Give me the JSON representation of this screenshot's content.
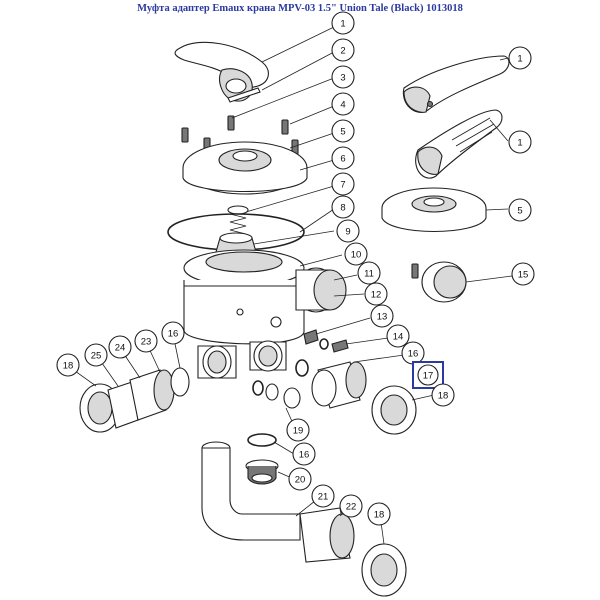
{
  "title": "Муфта адаптер Emaux крана MPV-03 1.5\" Union Tale (Black) 1013018",
  "highlight_color": "#2b3aa0",
  "callouts": [
    {
      "id": "c1a",
      "label": "1"
    },
    {
      "id": "c2",
      "label": "2"
    },
    {
      "id": "c3",
      "label": "3"
    },
    {
      "id": "c4",
      "label": "4"
    },
    {
      "id": "c5a",
      "label": "5"
    },
    {
      "id": "c6",
      "label": "6"
    },
    {
      "id": "c7",
      "label": "7"
    },
    {
      "id": "c8",
      "label": "8"
    },
    {
      "id": "c9",
      "label": "9"
    },
    {
      "id": "c10",
      "label": "10"
    },
    {
      "id": "c11",
      "label": "11"
    },
    {
      "id": "c12",
      "label": "12"
    },
    {
      "id": "c13",
      "label": "13"
    },
    {
      "id": "c14",
      "label": "14"
    },
    {
      "id": "c1b",
      "label": "1"
    },
    {
      "id": "c1c",
      "label": "1"
    },
    {
      "id": "c5b",
      "label": "5"
    },
    {
      "id": "c15",
      "label": "15"
    },
    {
      "id": "c16a",
      "label": "16"
    },
    {
      "id": "c16b",
      "label": "16"
    },
    {
      "id": "c16c",
      "label": "16"
    },
    {
      "id": "c17",
      "label": "17"
    },
    {
      "id": "c18a",
      "label": "18"
    },
    {
      "id": "c18b",
      "label": "18"
    },
    {
      "id": "c18c",
      "label": "18"
    },
    {
      "id": "c19",
      "label": "19"
    },
    {
      "id": "c20",
      "label": "20"
    },
    {
      "id": "c21",
      "label": "21"
    },
    {
      "id": "c22",
      "label": "22"
    },
    {
      "id": "c23",
      "label": "23"
    },
    {
      "id": "c24",
      "label": "24"
    },
    {
      "id": "c25",
      "label": "25"
    }
  ]
}
